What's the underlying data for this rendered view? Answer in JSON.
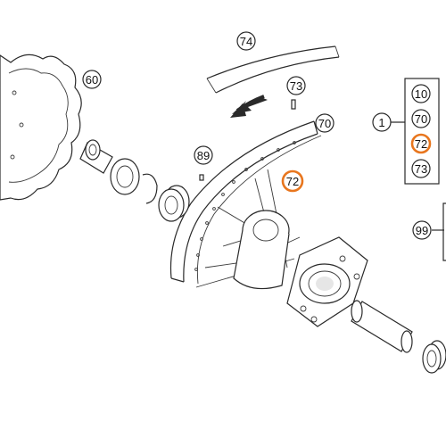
{
  "diagram": {
    "callouts": [
      {
        "id": "c60",
        "label": "60"
      },
      {
        "id": "c74",
        "label": "74"
      },
      {
        "id": "c73",
        "label": "73"
      },
      {
        "id": "c70",
        "label": "70"
      },
      {
        "id": "c89",
        "label": "89"
      },
      {
        "id": "c72",
        "label": "72",
        "highlighted": true
      }
    ],
    "kit": {
      "kit_label": "1",
      "items": [
        "10",
        "70",
        "72",
        "73"
      ],
      "highlighted_item": "72"
    },
    "side_group_label": "99",
    "highlight_color": "#e8761e",
    "line_color": "#2a2a2a"
  }
}
